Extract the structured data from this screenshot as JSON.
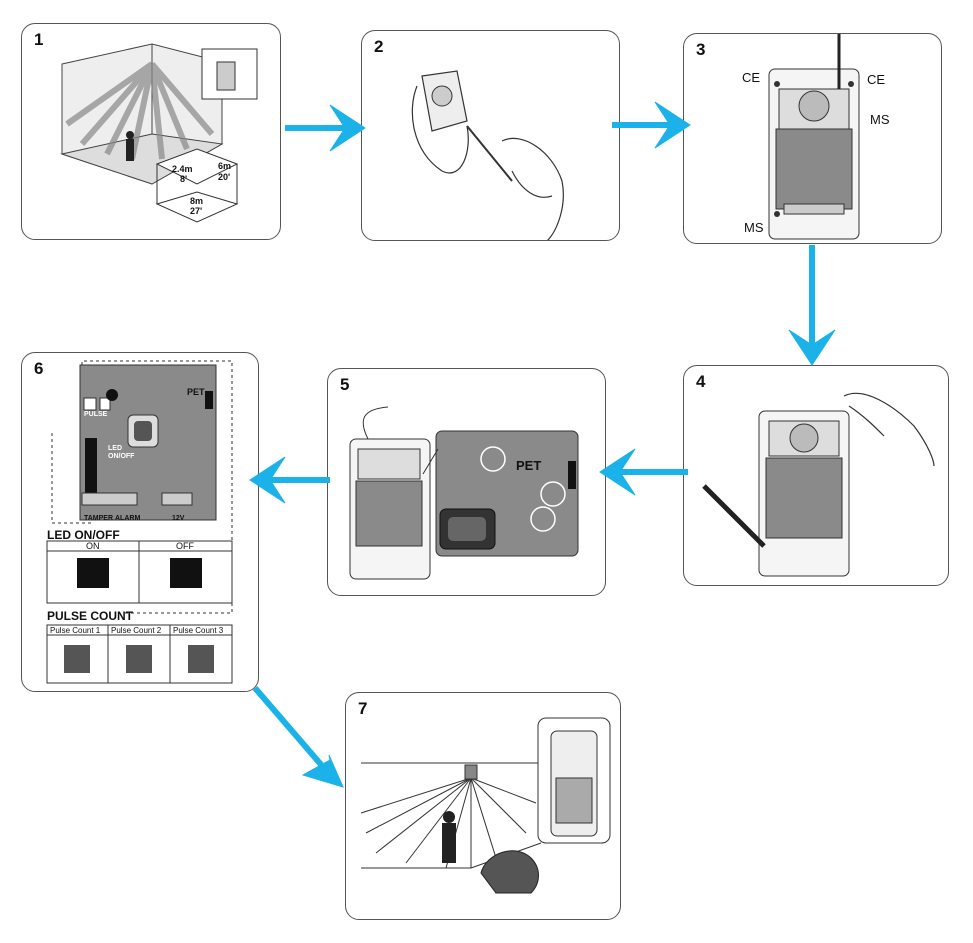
{
  "panels": [
    {
      "number": "1",
      "labels": {
        "h1": "2.4m",
        "h2": "8'",
        "w1": "6m",
        "w2": "20'",
        "d1": "8m",
        "d2": "27'"
      }
    },
    {
      "number": "2"
    },
    {
      "number": "3",
      "labels": {
        "ce_left": "CE",
        "ce_right": "CE",
        "ms_right": "MS",
        "ms_bottom": "MS"
      }
    },
    {
      "number": "4"
    },
    {
      "number": "5",
      "labels": {
        "pet": "PET"
      }
    },
    {
      "number": "6",
      "labels": {
        "pet": "PET",
        "led_title": "LED ON/OFF",
        "on": "ON",
        "off": "OFF",
        "pulse_title": "PULSE COUNT",
        "pulse1": "Pulse Count 1",
        "pulse2": "Pulse Count 2",
        "pulse3": "Pulse Count 3",
        "tamper": "TAMPER",
        "alarm": "ALARM",
        "v12": "12V",
        "led": "LED",
        "onoff": "ON/OFF",
        "pulse": "PULSE"
      }
    },
    {
      "number": "7"
    }
  ],
  "colors": {
    "arrow": "#1ab2e8",
    "border": "#555555",
    "board": "#8a8a8a"
  }
}
